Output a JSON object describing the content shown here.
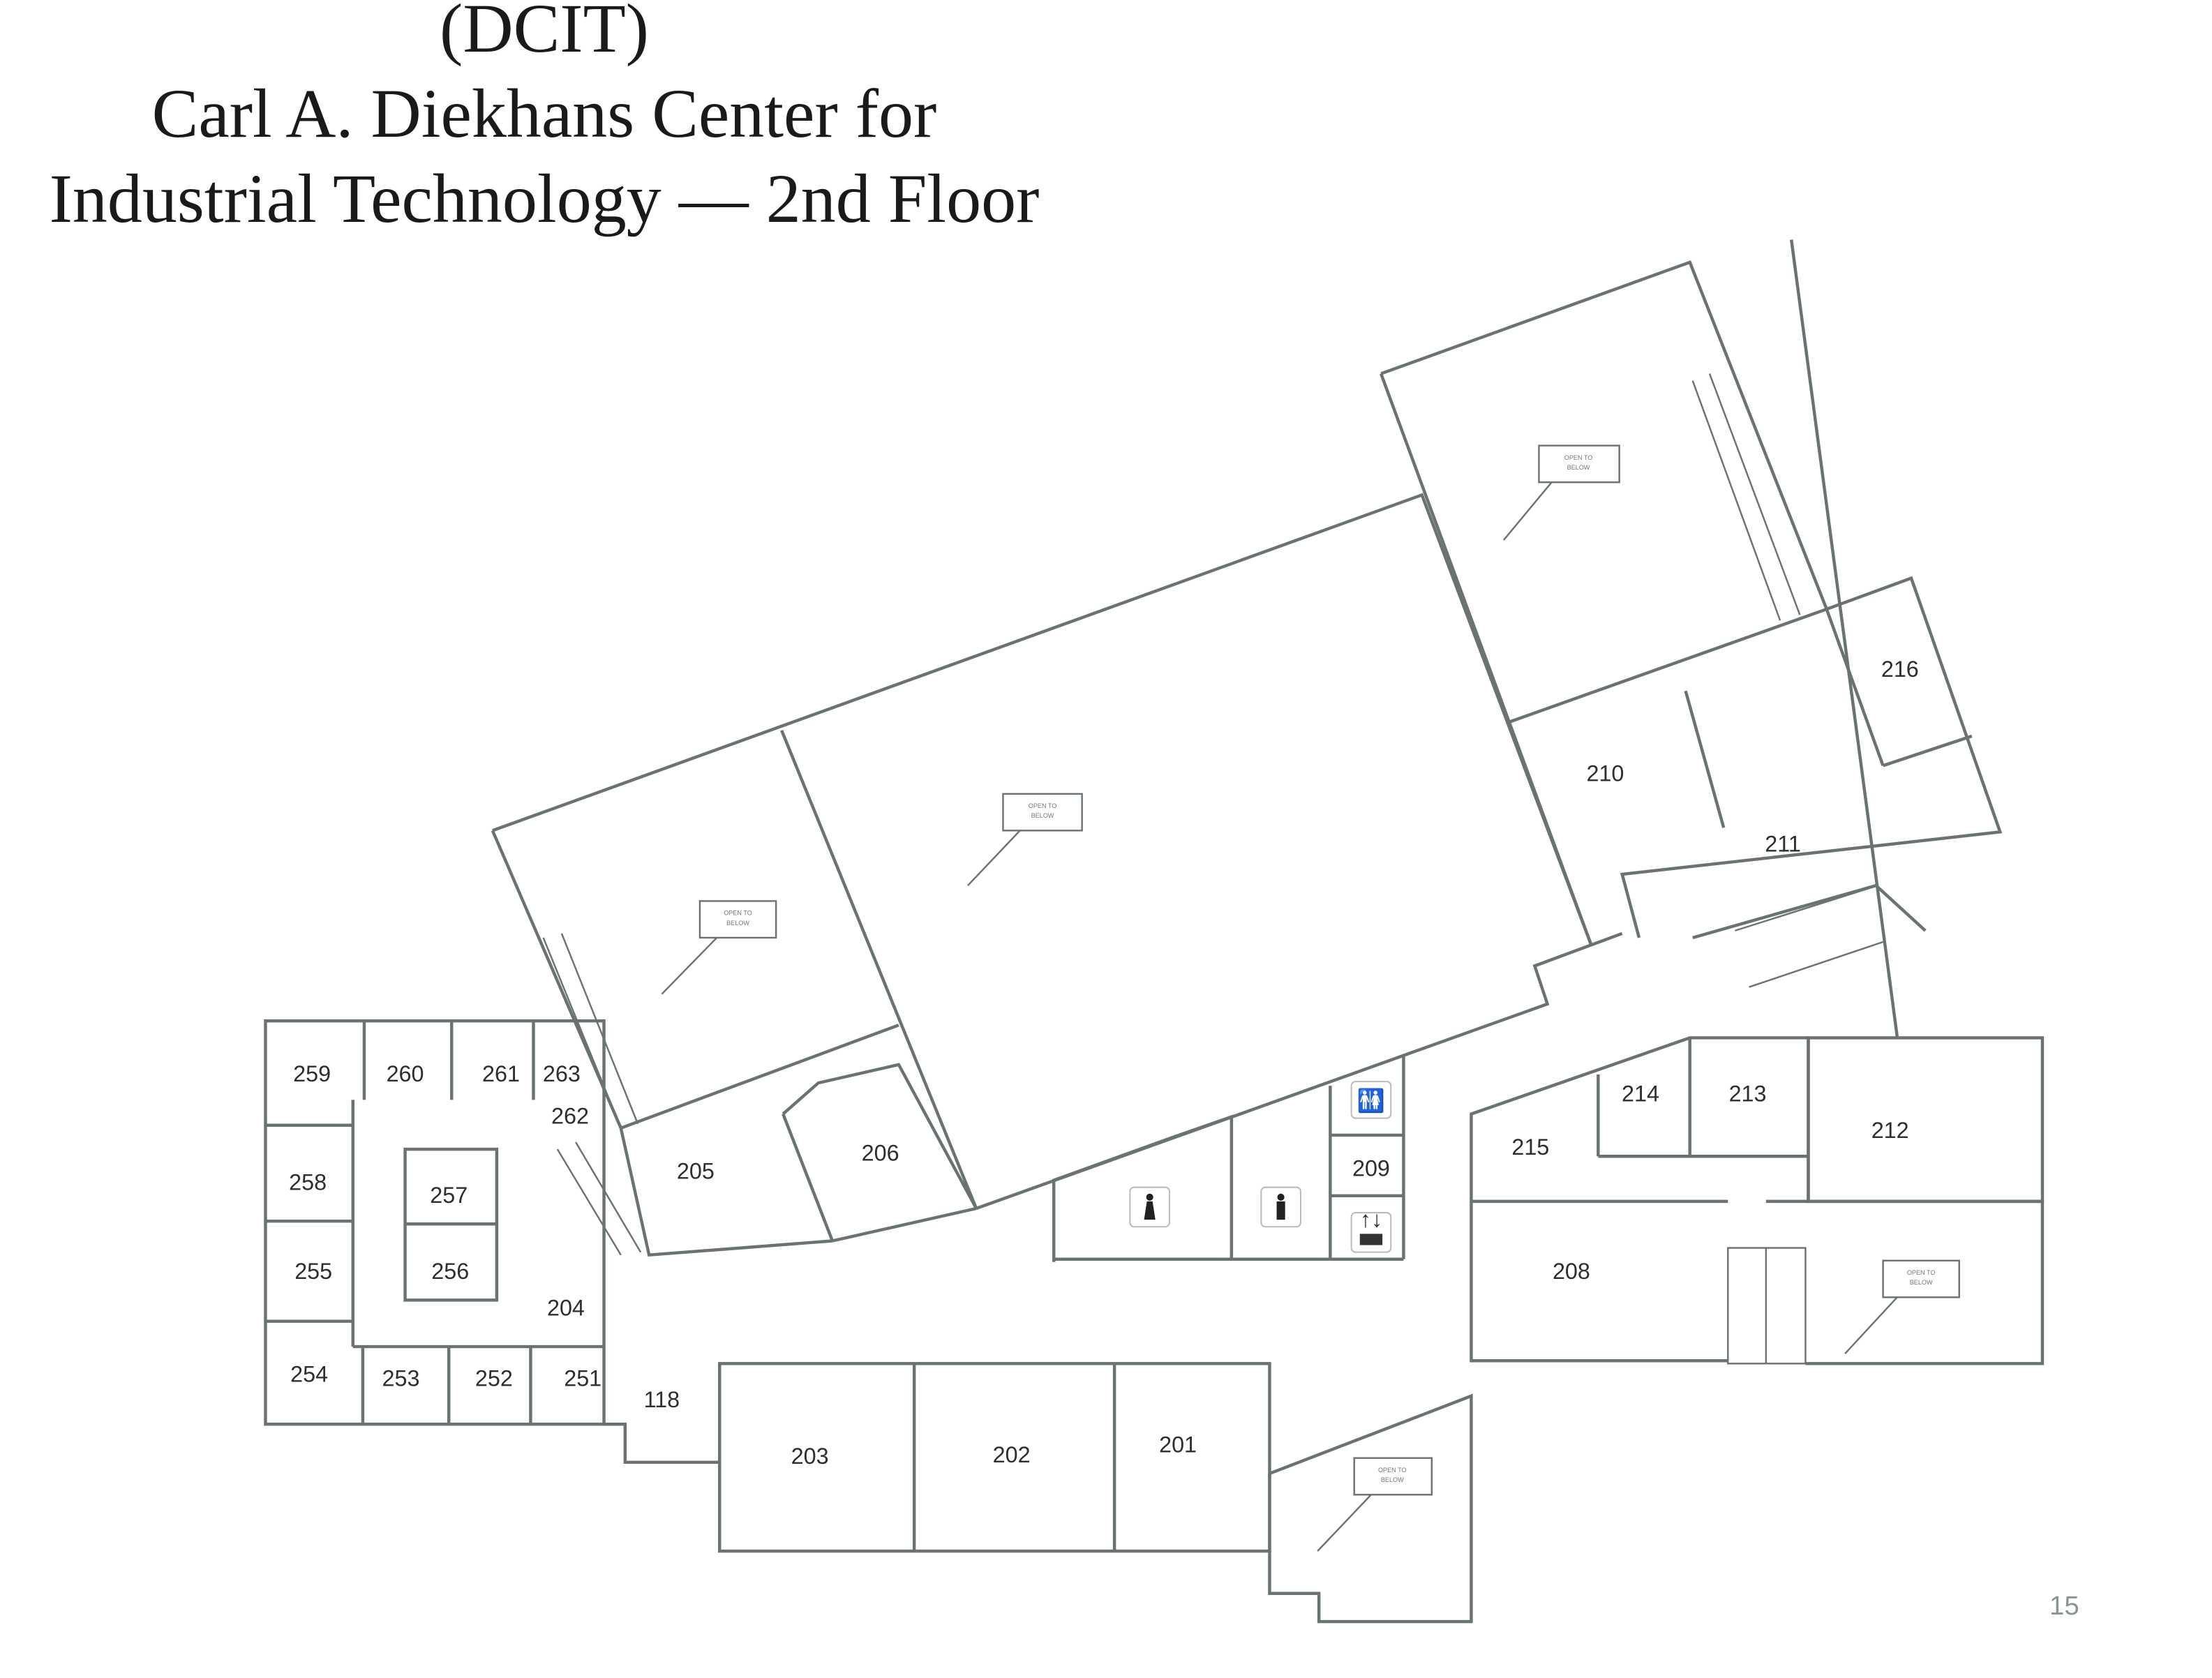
{
  "title": {
    "line1": "(DCIT)",
    "line2": "Carl A. Diekhans Center for",
    "line3": "Industrial Technology — 2nd Floor"
  },
  "rooms": {
    "r118": "118",
    "r201": "201",
    "r202": "202",
    "r203": "203",
    "r204": "204",
    "r205": "205",
    "r206": "206",
    "r208": "208",
    "r209": "209",
    "r210": "210",
    "r211": "211",
    "r212": "212",
    "r213": "213",
    "r214": "214",
    "r215": "215",
    "r216": "216",
    "r251": "251",
    "r252": "252",
    "r253": "253",
    "r254": "254",
    "r255": "255",
    "r256": "256",
    "r257": "257",
    "r258": "258",
    "r259": "259",
    "r260": "260",
    "r261": "261",
    "r262": "262",
    "r263": "263"
  },
  "open_to_below": {
    "line1": "OPEN TO",
    "line2": "BELOW"
  },
  "icons": [
    "restroom-unisex-icon",
    "restroom-women-icon",
    "restroom-men-icon",
    "elevator-icon"
  ],
  "page_number": "15",
  "colors": {
    "wall": "#6a7371",
    "text": "#2b2f2e"
  }
}
